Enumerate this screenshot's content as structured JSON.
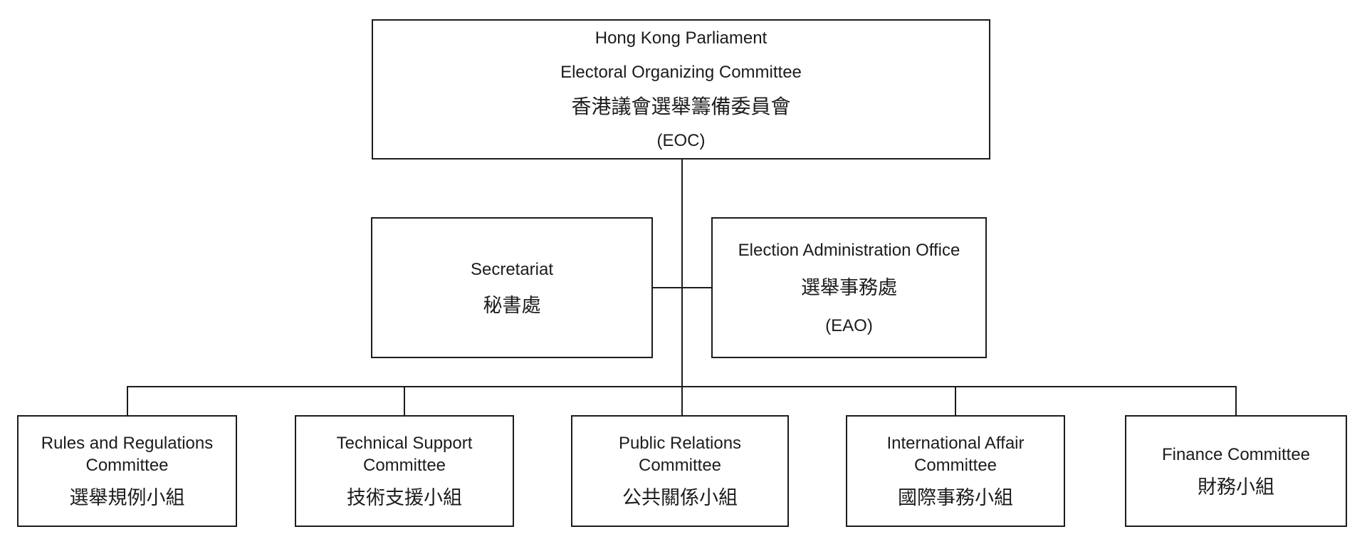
{
  "chart": {
    "type": "org-chart",
    "colors": {
      "line": "#1c1c1c",
      "text": "#1c1c1c",
      "background": "#ffffff"
    },
    "root": {
      "title_en_line1": "Hong Kong Parliament",
      "title_en_line2": "Electoral Organizing Committee",
      "title_zh": "香港議會選舉籌備委員會",
      "abbr": "(EOC)"
    },
    "secretariat": {
      "name_en": "Secretariat",
      "name_zh": "秘書處"
    },
    "eao": {
      "name_en": "Election Administration Office",
      "name_zh": "選舉事務處",
      "abbr": "(EAO)"
    },
    "committees": [
      {
        "name_en": "Rules and Regulations Committee",
        "name_zh": "選舉規例小組"
      },
      {
        "name_en": "Technical Support Committee",
        "name_zh": "技術支援小組"
      },
      {
        "name_en": "Public Relations Committee",
        "name_zh": "公共關係小組"
      },
      {
        "name_en": "International Affair Committee",
        "name_zh": "國際事務小組"
      },
      {
        "name_en": "Finance Committee",
        "name_zh": "財務小組"
      }
    ]
  }
}
